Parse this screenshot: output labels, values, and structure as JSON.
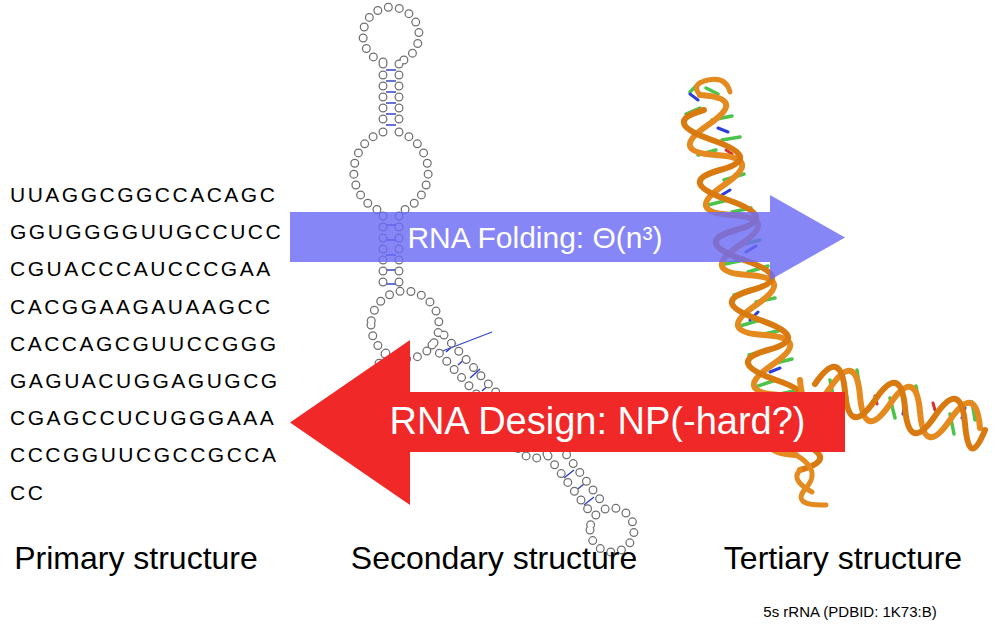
{
  "diagram": {
    "nodes": [
      {
        "text": [
          "RNA Folding: Θ(n³)"
        ]
      },
      {
        "text": [
          "RNA Design: NP(-hard?)"
        ]
      }
    ],
    "labels": [
      "UUAGGCGGCCACAGC",
      "GGUGGGGUUGCCUCC",
      "CGUACCCAUCCCGAA",
      "CACGGAAGAUAAGCC",
      "CACCAGCGUUCCGGG",
      "GAGUACUGGAGUGCG",
      "CGAGCCUCUGGGAAA",
      "CCCGGUUCGCCGCCA",
      "CC",
      "Primary structure",
      "Secondary structure",
      "Tertiary structure",
      "5s rRNA (PDBID: 1K73:B)"
    ]
  }
}
